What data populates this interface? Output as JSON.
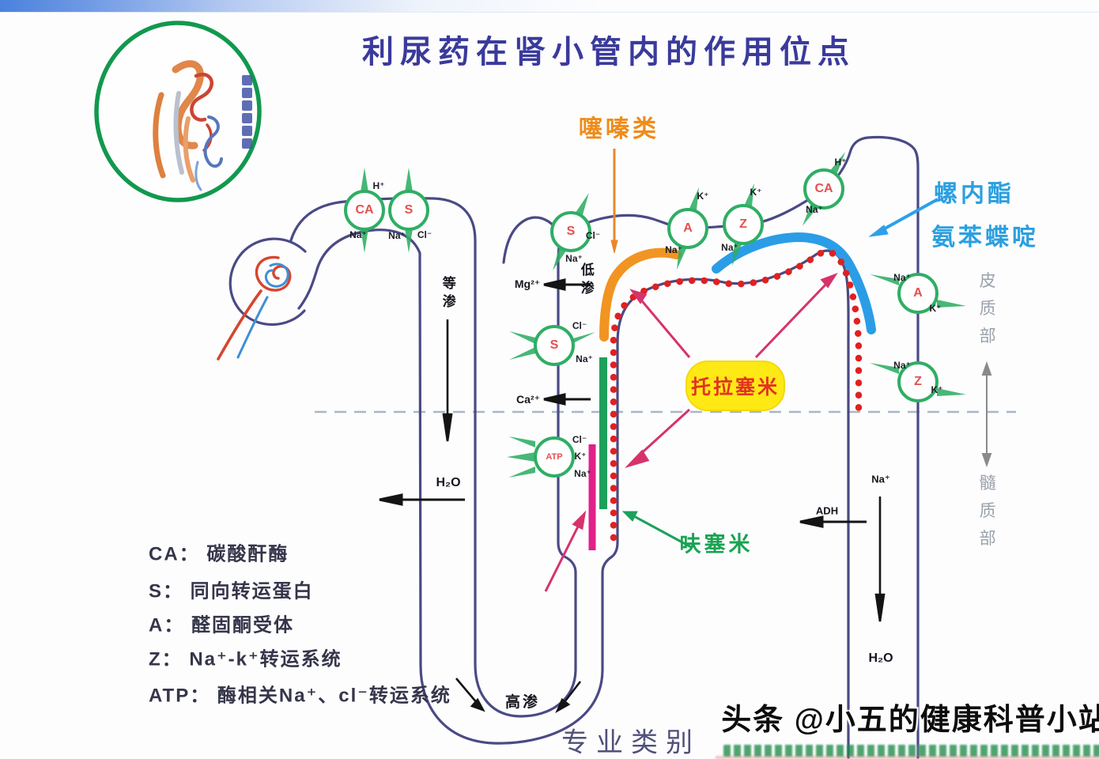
{
  "title": "利尿药在肾小管内的作用位点",
  "drugs": {
    "thiazides": "噻嗪类",
    "spironolactone": "螺内酯",
    "triamterene": "氨苯蝶啶",
    "torasemide": "托拉塞米",
    "furosemide": "呋塞米"
  },
  "regions": {
    "cortex": "皮质部",
    "medulla": "髓质部"
  },
  "osmolarity": {
    "isotonic": "等渗",
    "hypotonic": "低渗",
    "hypertonic": "高渗"
  },
  "labels": {
    "water_descending": "H₂O",
    "magnesium": "Mg²⁺",
    "calcium": "Ca²⁺",
    "adh": "ADH",
    "sodium_duct": "Na⁺",
    "water_duct": "H₂O"
  },
  "transporters": {
    "prox_ca": "CA",
    "prox_s": "S",
    "dist_s": "S",
    "dist_a": "A",
    "dist_z": "Z",
    "dist_ca": "CA",
    "asc_s": "S",
    "asc_atp": "ATP",
    "duct_a": "A",
    "duct_z": "Z"
  },
  "ions": {
    "prox_ca_h": "H⁺",
    "prox_ca_na": "Na⁺",
    "prox_s_na": "Na⁺",
    "prox_s_cl": "Cl⁻",
    "dist_s_cl": "Cl⁻",
    "dist_s_na": "Na⁺",
    "dist_a_k": "K⁺",
    "dist_a_na": "Na⁺",
    "dist_z_k": "K⁺",
    "dist_z_na": "Na⁺",
    "dist_ca_h": "H⁺",
    "dist_ca_na": "Na⁺",
    "asc_s_cl": "Cl⁻",
    "asc_s_na": "Na⁺",
    "atp_cl": "Cl⁻",
    "atp_k": "K⁺",
    "atp_na": "Na⁺",
    "duct_a_na": "Na⁺",
    "duct_a_k": "K⁺",
    "duct_z_na": "Na⁺",
    "duct_z_k": "K⁺"
  },
  "legend": {
    "items": [
      "CA： 碳酸酐酶",
      "S： 同向转运蛋白",
      "A： 醛固酮受体",
      "Z： Na⁺-k⁺转运系统",
      "ATP： 酶相关Na⁺、cl⁻转运系统"
    ]
  },
  "footer": {
    "category": "专业类别",
    "watermark": "头条 @小五的健康科普小站"
  },
  "colors": {
    "title": "#3a3a9c",
    "tube": "#4a4a85",
    "thiazide_orange": "#ef8c1a",
    "potassium_sparing_blue": "#2b9fe0",
    "torasemide_bg": "#ffe915",
    "torasemide_text": "#e23322",
    "furosemide_green": "#19a351",
    "dotted_red": "#e02020",
    "transporter_green": "#2fae64",
    "letter_red": "#e35050"
  }
}
